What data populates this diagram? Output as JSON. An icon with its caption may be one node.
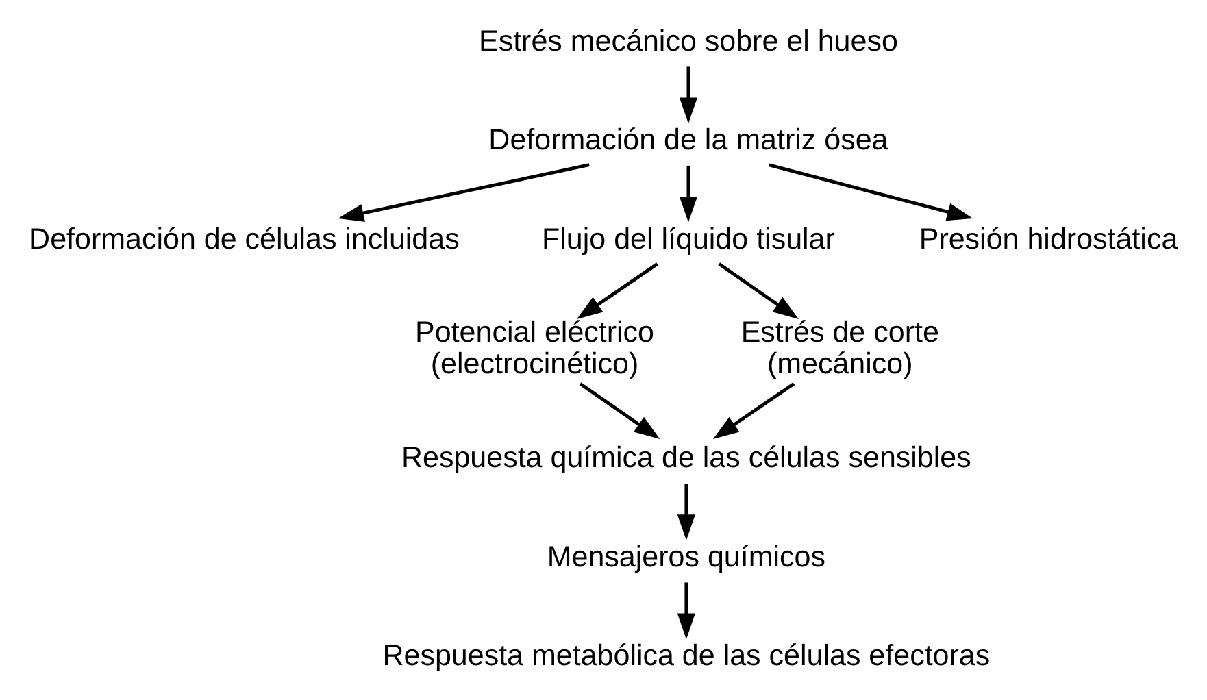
{
  "diagram": {
    "nodes": [
      {
        "text": [
          "Estrés mecánico sobre el hueso"
        ]
      },
      {
        "text": [
          "Deformación de la matriz ósea"
        ]
      },
      {
        "text": [
          "Deformación de células incluidas"
        ]
      },
      {
        "text": [
          "Flujo del líquido tisular"
        ]
      },
      {
        "text": [
          "Presión hidrostática"
        ]
      },
      {
        "text": [
          "Potencial eléctrico (electrocinético)"
        ]
      },
      {
        "text": [
          "Estrés de corte (mecánico)"
        ]
      },
      {
        "text": [
          "Respuesta química de las células sensibles"
        ]
      },
      {
        "text": [
          "Mensajeros químicos"
        ]
      },
      {
        "text": [
          "Respuesta metabólica de las células efectoras"
        ]
      }
    ],
    "edges": [
      {
        "from": 0,
        "to": 1,
        "arrow": "to"
      },
      {
        "from": 1,
        "to": 2,
        "arrow": "to"
      },
      {
        "from": 1,
        "to": 3,
        "arrow": "to"
      },
      {
        "from": 1,
        "to": 4,
        "arrow": "to"
      },
      {
        "from": 3,
        "to": 5,
        "arrow": "to"
      },
      {
        "from": 3,
        "to": 6,
        "arrow": "to"
      },
      {
        "from": 5,
        "to": 7,
        "arrow": "to"
      },
      {
        "from": 6,
        "to": 7,
        "arrow": "to"
      },
      {
        "from": 7,
        "to": 8,
        "arrow": "to"
      },
      {
        "from": 8,
        "to": 9,
        "arrow": "to"
      }
    ]
  }
}
